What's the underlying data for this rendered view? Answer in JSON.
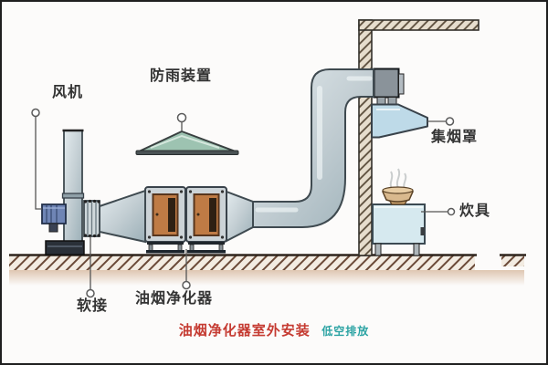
{
  "diagram": {
    "labels": {
      "fan": "风机",
      "rain_cover": "防雨装置",
      "smoke_hood": "集烟罩",
      "cooker": "炊具",
      "flexible_joint": "软接",
      "purifier": "油烟净化器"
    },
    "caption": {
      "main": "油烟净化器室外安装",
      "sub": "低空排放"
    },
    "colors": {
      "caption_main": "#c53b32",
      "caption_sub": "#2ba3a3",
      "label_text": "#333333",
      "duct": "#c3ced3",
      "purifier_panel": "#bf7b45",
      "fan_motor": "#6f85b5",
      "rain_cover": "#9dc3b1",
      "hood": "#bedae8",
      "stove": "#d6e9ef",
      "ground_hatch": "#6b4a38"
    }
  }
}
